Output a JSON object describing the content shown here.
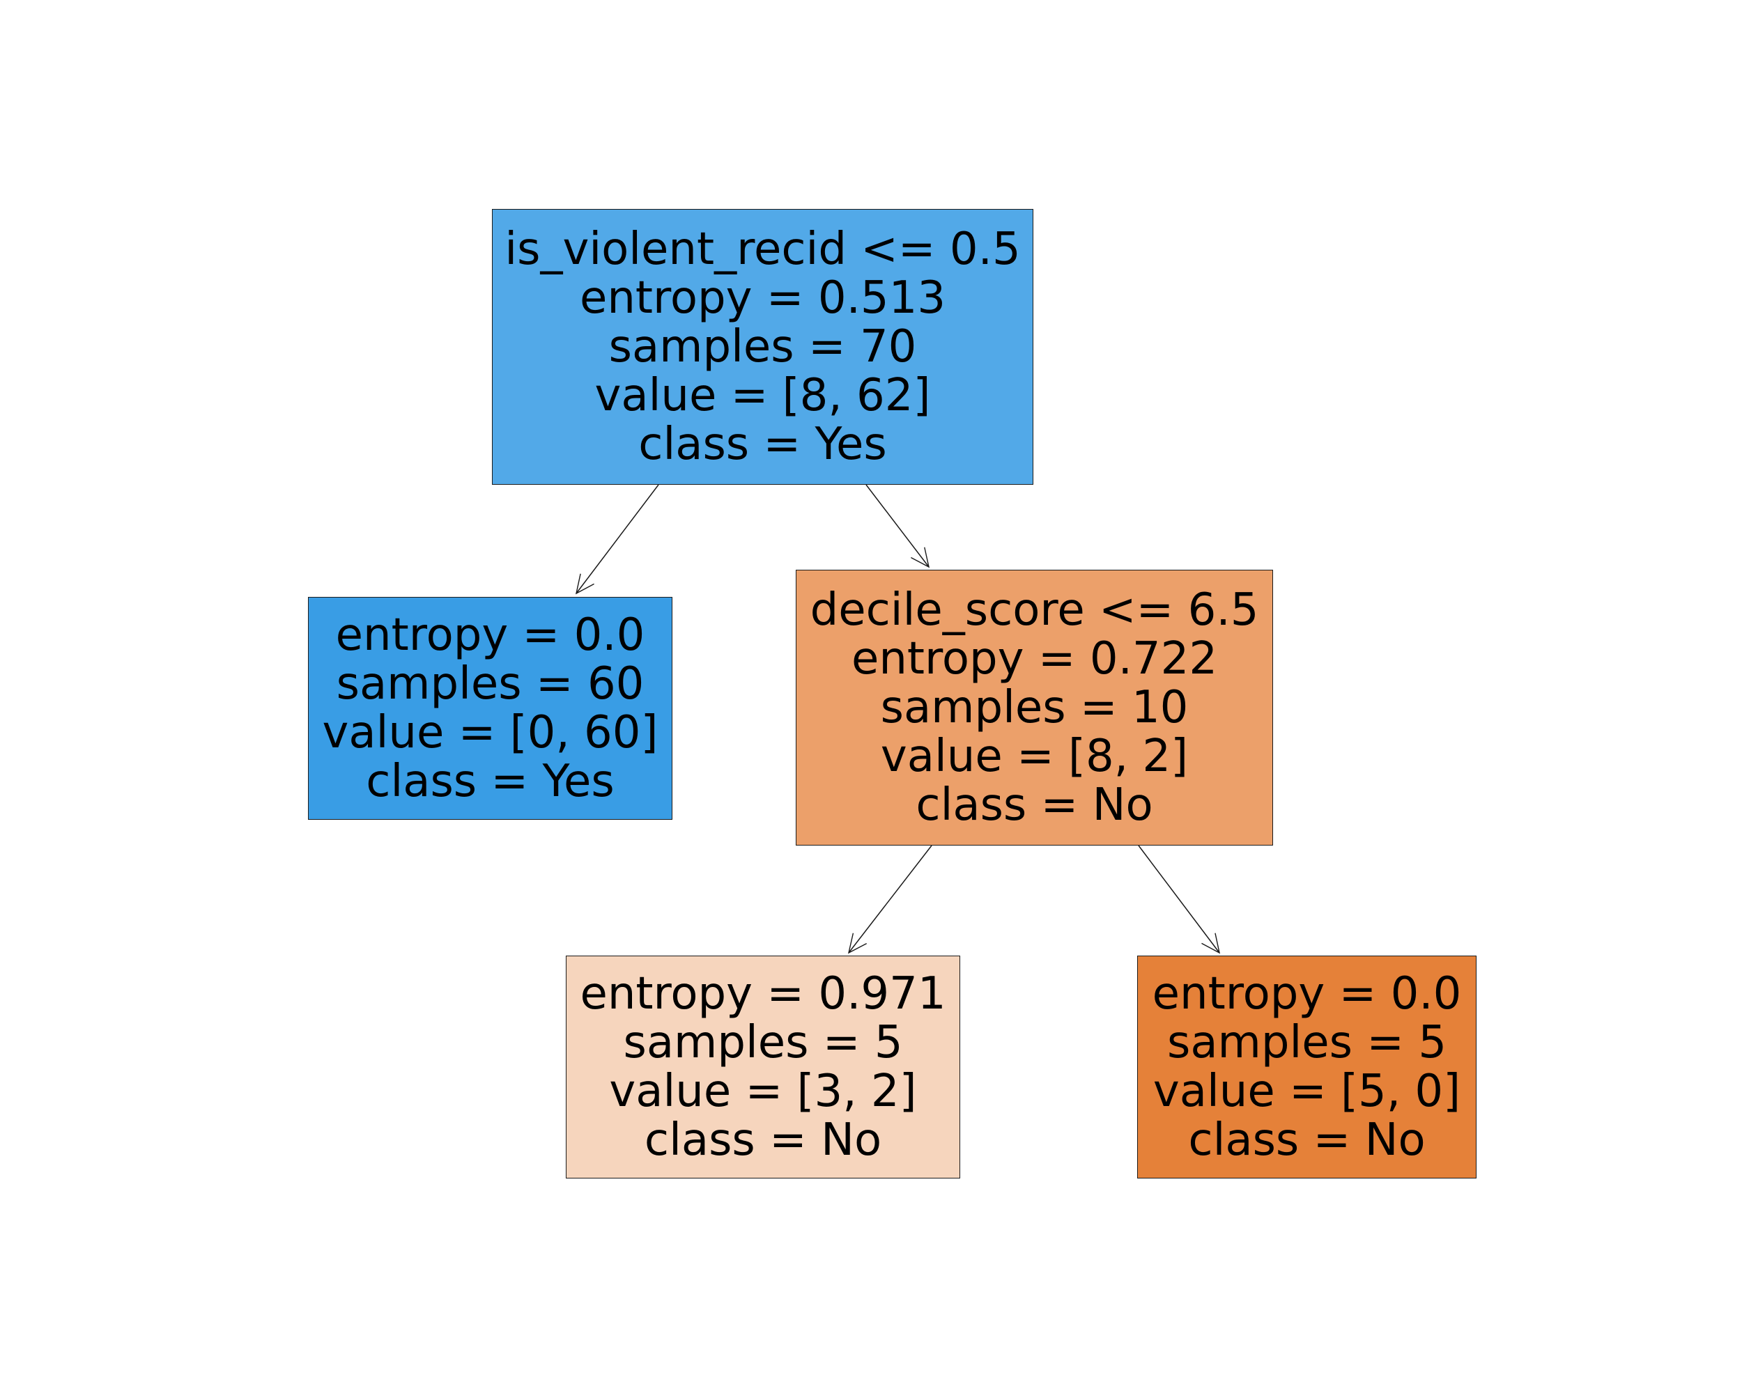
{
  "tree": {
    "nodes": {
      "root": {
        "split": "is_violent_recid <= 0.5",
        "entropy": "entropy = 0.513",
        "samples": "samples = 70",
        "value": "value = [8, 62]",
        "class": "class = Yes",
        "color": "#52a9e8"
      },
      "left": {
        "entropy": "entropy = 0.0",
        "samples": "samples = 60",
        "value": "value = [0, 60]",
        "class": "class = Yes",
        "color": "#399de5"
      },
      "right": {
        "split": "decile_score <= 6.5",
        "entropy": "entropy = 0.722",
        "samples": "samples = 10",
        "value": "value = [8, 2]",
        "class": "class = No",
        "color": "#eca06a"
      },
      "right_left": {
        "entropy": "entropy = 0.971",
        "samples": "samples = 5",
        "value": "value = [3, 2]",
        "class": "class = No",
        "color": "#f6d5bd"
      },
      "right_right": {
        "entropy": "entropy = 0.0",
        "samples": "samples = 5",
        "value": "value = [5, 0]",
        "class": "class = No",
        "color": "#e58139"
      }
    },
    "edges": [
      {
        "from": "root",
        "to": "left"
      },
      {
        "from": "root",
        "to": "right"
      },
      {
        "from": "right",
        "to": "right_left"
      },
      {
        "from": "right",
        "to": "right_right"
      }
    ]
  }
}
